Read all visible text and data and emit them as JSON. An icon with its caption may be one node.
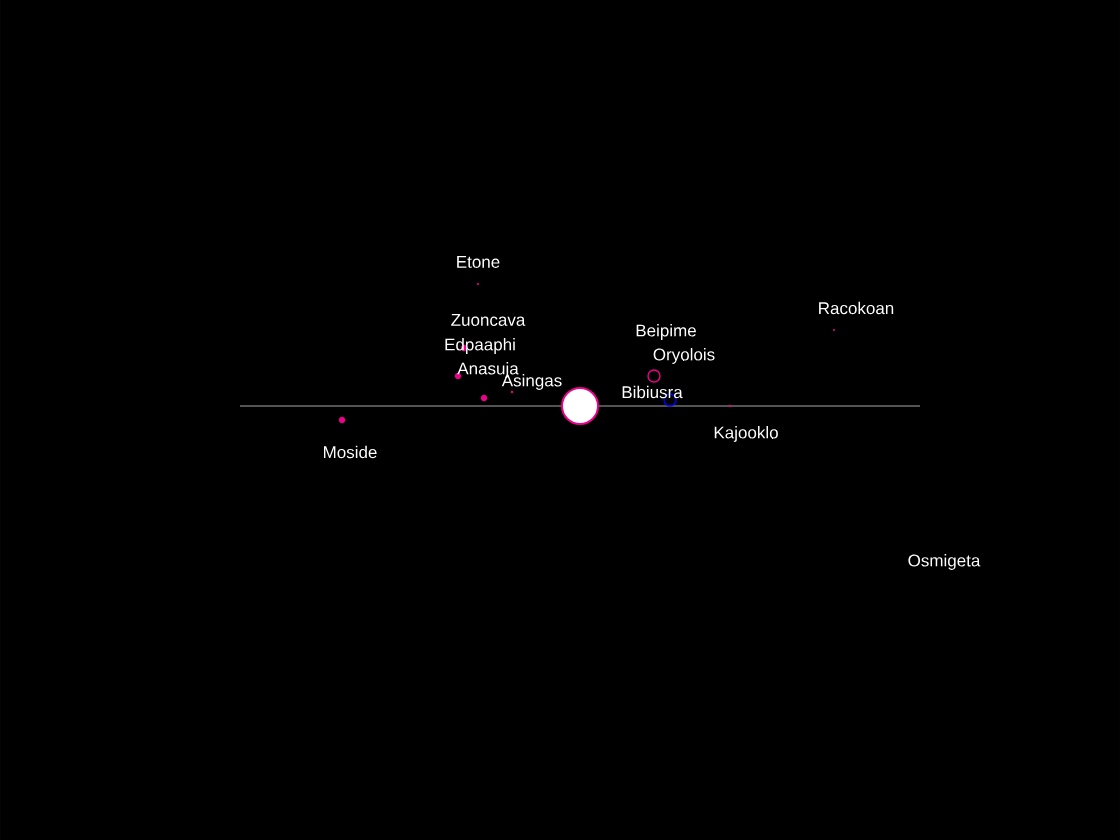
{
  "diagram": {
    "labels": [
      "Etone",
      "Racokoan",
      "Zuoncava",
      "Beipime",
      "Edpaaphi",
      "Oryolois",
      "Anasuja",
      "Asingas",
      "Bibiusra",
      "Moside",
      "Kajooklo",
      "Osmigeta"
    ]
  }
}
